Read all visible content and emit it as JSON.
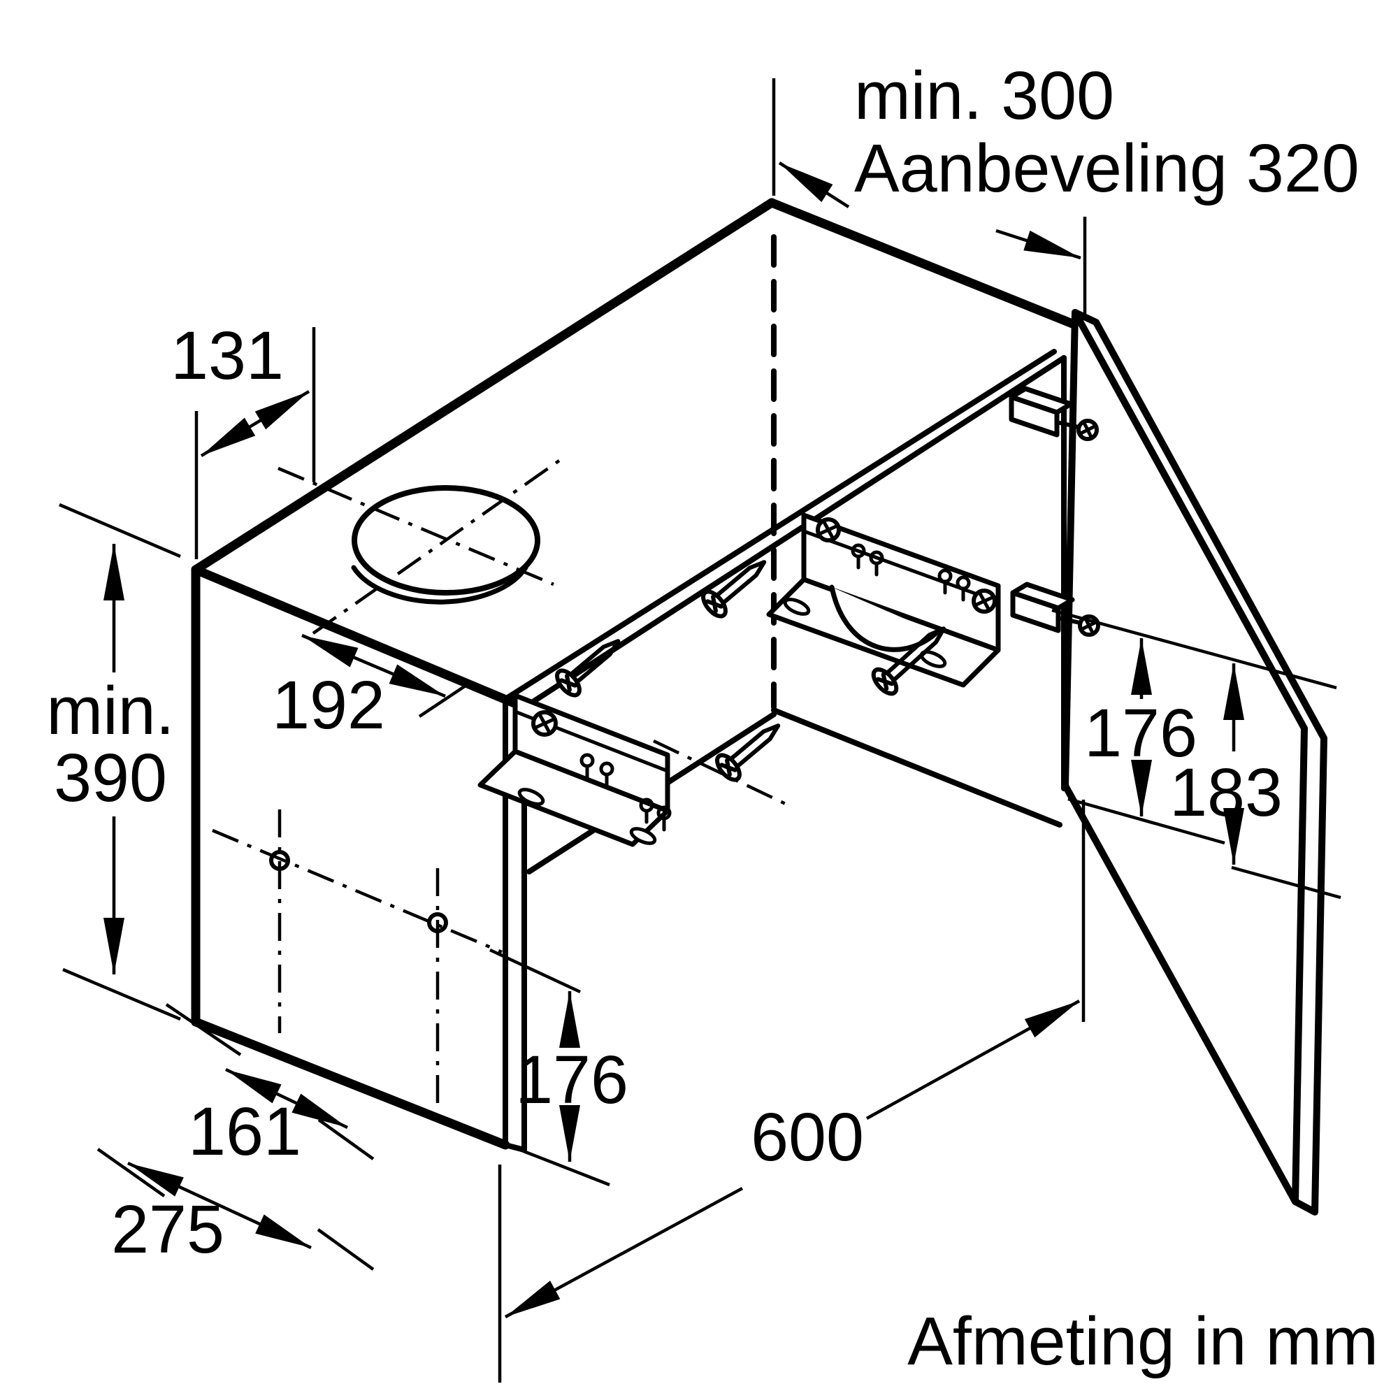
{
  "diagram": {
    "kind": "installation-dimension-drawing",
    "subject": "built-in telescopic extractor hood inside wall cabinet with open door, mounting brackets and screws",
    "background_color": "#ffffff",
    "line_color": "#000000"
  },
  "labels": {
    "top_min": "min. 300",
    "top_recommended": "Aanbeveling 320",
    "depth_duct_offset": "131",
    "width_duct_offset": "192",
    "height_min_line1": "min.",
    "height_min_line2": "390",
    "bottom_offset_inner": "161",
    "bottom_depth": "275",
    "front_visor_height": "176",
    "cabinet_width": "600",
    "side_visor_height": "176",
    "door_cutout_height": "183",
    "units_note": "Afmeting in mm"
  }
}
